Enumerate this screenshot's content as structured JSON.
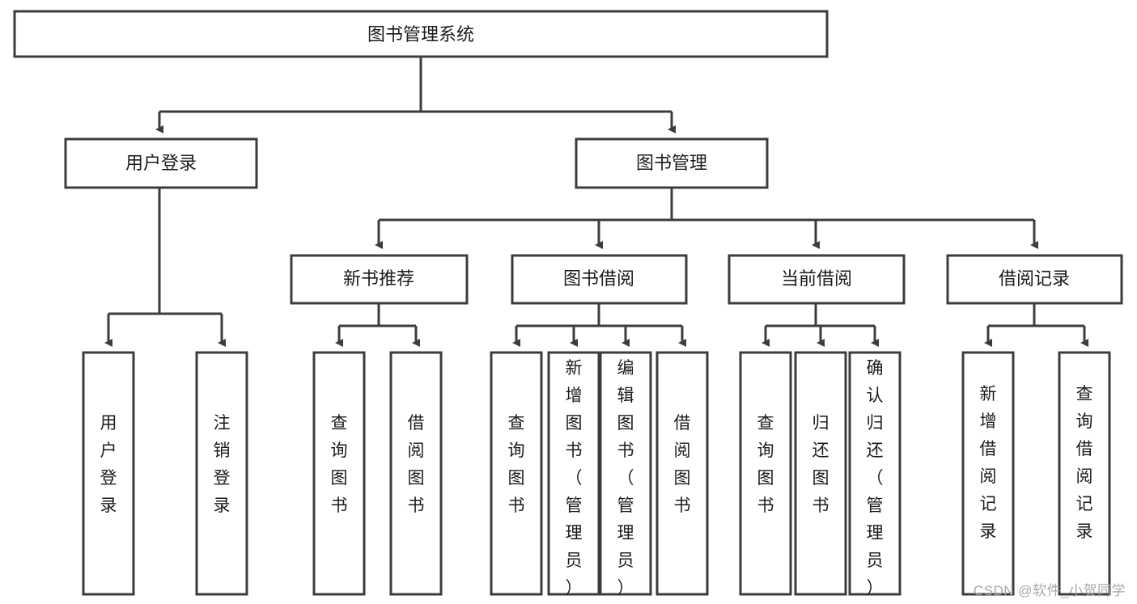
{
  "diagram": {
    "title": "图书管理系统",
    "type": "tree-hierarchy",
    "watermark": "CSDN @软件_小贺同学",
    "colors": {
      "box_stroke": "#3c3c3c",
      "box_fill": "#ffffff",
      "text": "#1b1b1b",
      "background": "#ffffff",
      "watermark": "#a8a8a8"
    },
    "root": {
      "id": "root",
      "label": "图书管理系统"
    },
    "level2": [
      {
        "id": "user-login",
        "label": "用户登录"
      },
      {
        "id": "book-manage",
        "label": "图书管理"
      }
    ],
    "level3": [
      {
        "id": "new-book-recommend",
        "label": "新书推荐",
        "parent": "book-manage"
      },
      {
        "id": "book-borrow",
        "label": "图书借阅",
        "parent": "book-manage"
      },
      {
        "id": "current-borrow",
        "label": "当前借阅",
        "parent": "book-manage"
      },
      {
        "id": "borrow-record",
        "label": "借阅记录",
        "parent": "book-manage"
      }
    ],
    "leaves": {
      "user-login": [
        {
          "id": "leaf-user-login",
          "label": "用户登录"
        },
        {
          "id": "leaf-logout",
          "label": "注销登录"
        }
      ],
      "new-book-recommend": [
        {
          "id": "leaf-query-book-1",
          "label": "查询图书"
        },
        {
          "id": "leaf-borrow-book-1",
          "label": "借阅图书"
        }
      ],
      "book-borrow": [
        {
          "id": "leaf-query-book-2",
          "label": "查询图书"
        },
        {
          "id": "leaf-add-book",
          "label": "新增图书（管理员）"
        },
        {
          "id": "leaf-edit-book",
          "label": "编辑图书（管理员）"
        },
        {
          "id": "leaf-borrow-book-2",
          "label": "借阅图书"
        }
      ],
      "current-borrow": [
        {
          "id": "leaf-query-book-3",
          "label": "查询图书"
        },
        {
          "id": "leaf-return-book",
          "label": "归还图书"
        },
        {
          "id": "leaf-confirm-return",
          "label": "确认归还（管理员）"
        }
      ],
      "borrow-record": [
        {
          "id": "leaf-add-record",
          "label": "新增借阅记录"
        },
        {
          "id": "leaf-query-record",
          "label": "查询借阅记录"
        }
      ]
    }
  }
}
